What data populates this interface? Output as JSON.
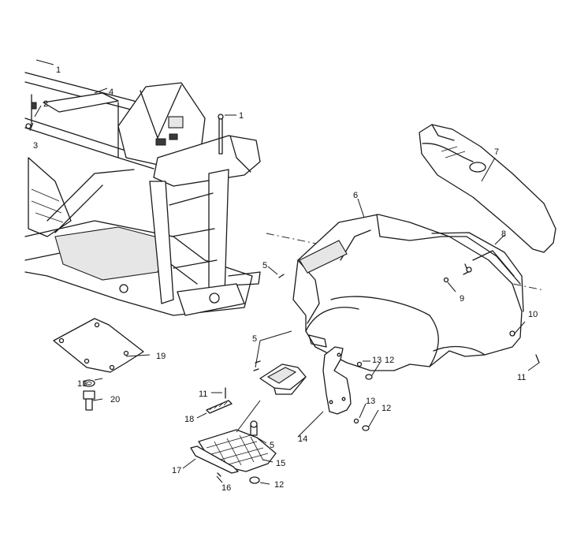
{
  "callouts": {
    "c1a": "1",
    "c1b": "1",
    "c2": "2",
    "c3": "3",
    "c4": "4",
    "c5a": "5",
    "c5b": "5",
    "c5c": "5",
    "c6": "6",
    "c7": "7",
    "c8": "8",
    "c9": "9",
    "c10": "10",
    "c11a": "11",
    "c11b": "11",
    "c12a": "12",
    "c12b": "12",
    "c12c": "12",
    "c13a": "13",
    "c13b": "13",
    "c13c": "13",
    "c14": "14",
    "c15": "15",
    "c16": "16",
    "c17": "17",
    "c18": "18",
    "c19": "19",
    "c20": "20"
  }
}
